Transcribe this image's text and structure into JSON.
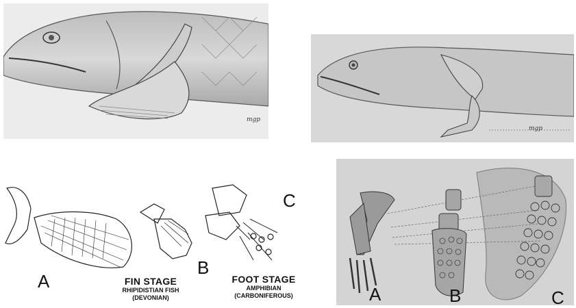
{
  "panels": {
    "fish_photo": {
      "signature": "mgp"
    },
    "amphibian_photo": {
      "signature": "mgp"
    },
    "line_drawing": {
      "labels": {
        "a": "A",
        "b": "B",
        "c": "C"
      },
      "fin_stage": {
        "title": "FIN STAGE",
        "line1": "RHIPIDISTIAN FISH",
        "line2": "(DEVONIAN)"
      },
      "foot_stage": {
        "title": "FOOT STAGE",
        "line1": "AMPHIBIAN",
        "line2": "(CARBONIFEROUS)"
      }
    },
    "model_photo": {
      "labels": {
        "a": "A",
        "b": "B",
        "c": "C"
      }
    }
  },
  "colors": {
    "photo_bg": "#e6e6e6",
    "dark_photo_bg": "#cfcfcf",
    "ink": "#1a1a1a"
  }
}
